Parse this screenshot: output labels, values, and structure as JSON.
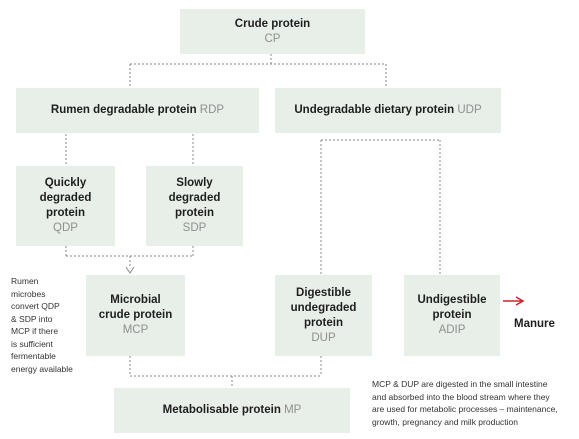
{
  "colors": {
    "box_fill": "#e8efe8",
    "line": "#8a8a8a",
    "abbr": "#8f8f8f",
    "arrow": "#d0202a"
  },
  "crude_protein": {
    "title": "Crude protein",
    "abbr": "CP"
  },
  "rdp": {
    "title": "Rumen degradable protein",
    "abbr": "RDP"
  },
  "udp": {
    "title": "Undegradable dietary protein",
    "abbr": "UDP"
  },
  "qdp": {
    "title_lines": [
      "Quickly",
      "degraded",
      "protein"
    ],
    "abbr": "QDP"
  },
  "sdp": {
    "title_lines": [
      "Slowly",
      "degraded",
      "protein"
    ],
    "abbr": "SDP"
  },
  "mcp": {
    "title_lines": [
      "Microbial",
      "crude protein"
    ],
    "abbr": "MCP"
  },
  "dup": {
    "title_lines": [
      "Digestible",
      "undegraded",
      "protein"
    ],
    "abbr": "DUP"
  },
  "adip": {
    "title_lines": [
      "Undigestible",
      "protein"
    ],
    "abbr": "ADIP"
  },
  "mp": {
    "title": "Metabolisable protein",
    "abbr": "MP"
  },
  "manure_label": "Manure",
  "rumen_note_lines": [
    "Rumen",
    "microbes",
    "convert QDP",
    "& SDP into",
    "MCP if there",
    "is sufficient",
    "fermentable",
    "energy available"
  ],
  "mp_note_lines": [
    "MCP & DUP are digested in the small intestine",
    "and absorbed into the blood stream where they",
    "are used for metabolic processes – maintenance,",
    "growth, pregnancy and milk production"
  ]
}
